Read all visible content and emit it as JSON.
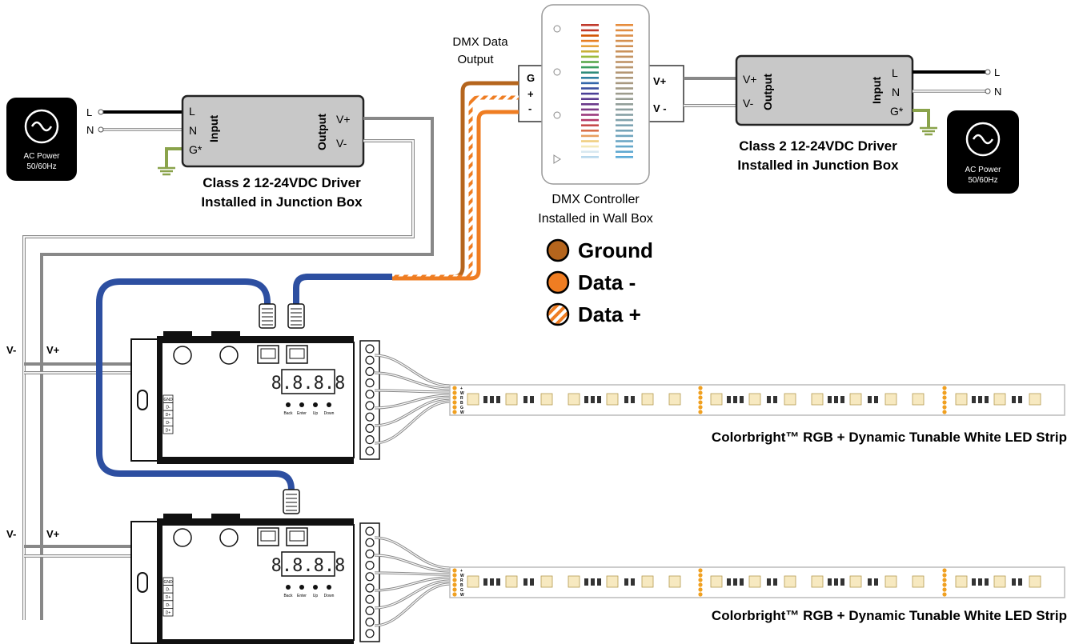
{
  "ac_power_left": {
    "line1": "AC Power",
    "line2": "50/60Hz"
  },
  "ac_power_right": {
    "line1": "AC Power",
    "line2": "50/60Hz"
  },
  "driver_left": {
    "terminal_L": "L",
    "terminal_N": "N",
    "terminal_G": "G*",
    "input_label": "Input",
    "output_label": "Output",
    "out_vplus": "V+",
    "out_vminus": "V-",
    "caption_line1": "Class 2 12-24VDC Driver",
    "caption_line2": "Installed in Junction Box",
    "mains_L": "L",
    "mains_N": "N"
  },
  "driver_right": {
    "terminal_L": "L",
    "terminal_N": "N",
    "terminal_G": "G*",
    "input_label": "Input",
    "output_label": "Output",
    "out_vplus": "V+",
    "out_vminus": "V-",
    "caption_line1": "Class 2 12-24VDC Driver",
    "caption_line2": "Installed in Junction Box",
    "mains_L": "L",
    "mains_N": "N"
  },
  "dmx_controller": {
    "output_label_line1": "DMX Data",
    "output_label_line2": "Output",
    "terminal_G": "G",
    "terminal_plus": "+",
    "terminal_minus": "-",
    "terminal_vplus": "V+",
    "terminal_vminus": "V -",
    "caption_line1": "DMX Controller",
    "caption_line2": "Installed in Wall Box"
  },
  "legend": [
    {
      "label": "Ground",
      "color": "#b5651d"
    },
    {
      "label": "Data -",
      "color": "#ef7d22"
    },
    {
      "label": "Data +",
      "color": "#ef7d22"
    }
  ],
  "bus_labels": {
    "row1_vminus": "V-",
    "row1_vplus": "V+",
    "row2_vminus": "V-",
    "row2_vplus": "V+"
  },
  "decoder": {
    "display": "8.8.8.8",
    "buttons": [
      "Back",
      "Enter",
      "Up",
      "Down"
    ],
    "side_labels": [
      "GND",
      "D-",
      "D+",
      "D-",
      "D+"
    ]
  },
  "strip": {
    "pin_labels": [
      "+",
      "W",
      "R",
      "B",
      "G",
      "W"
    ],
    "caption": "Colorbright™ RGB + Dynamic Tunable White LED Strip"
  },
  "colors": {
    "ground": "#b5651d",
    "data": "#ef7d22",
    "cable": "#2d4fa1",
    "driver_body": "#c8c8c8"
  }
}
